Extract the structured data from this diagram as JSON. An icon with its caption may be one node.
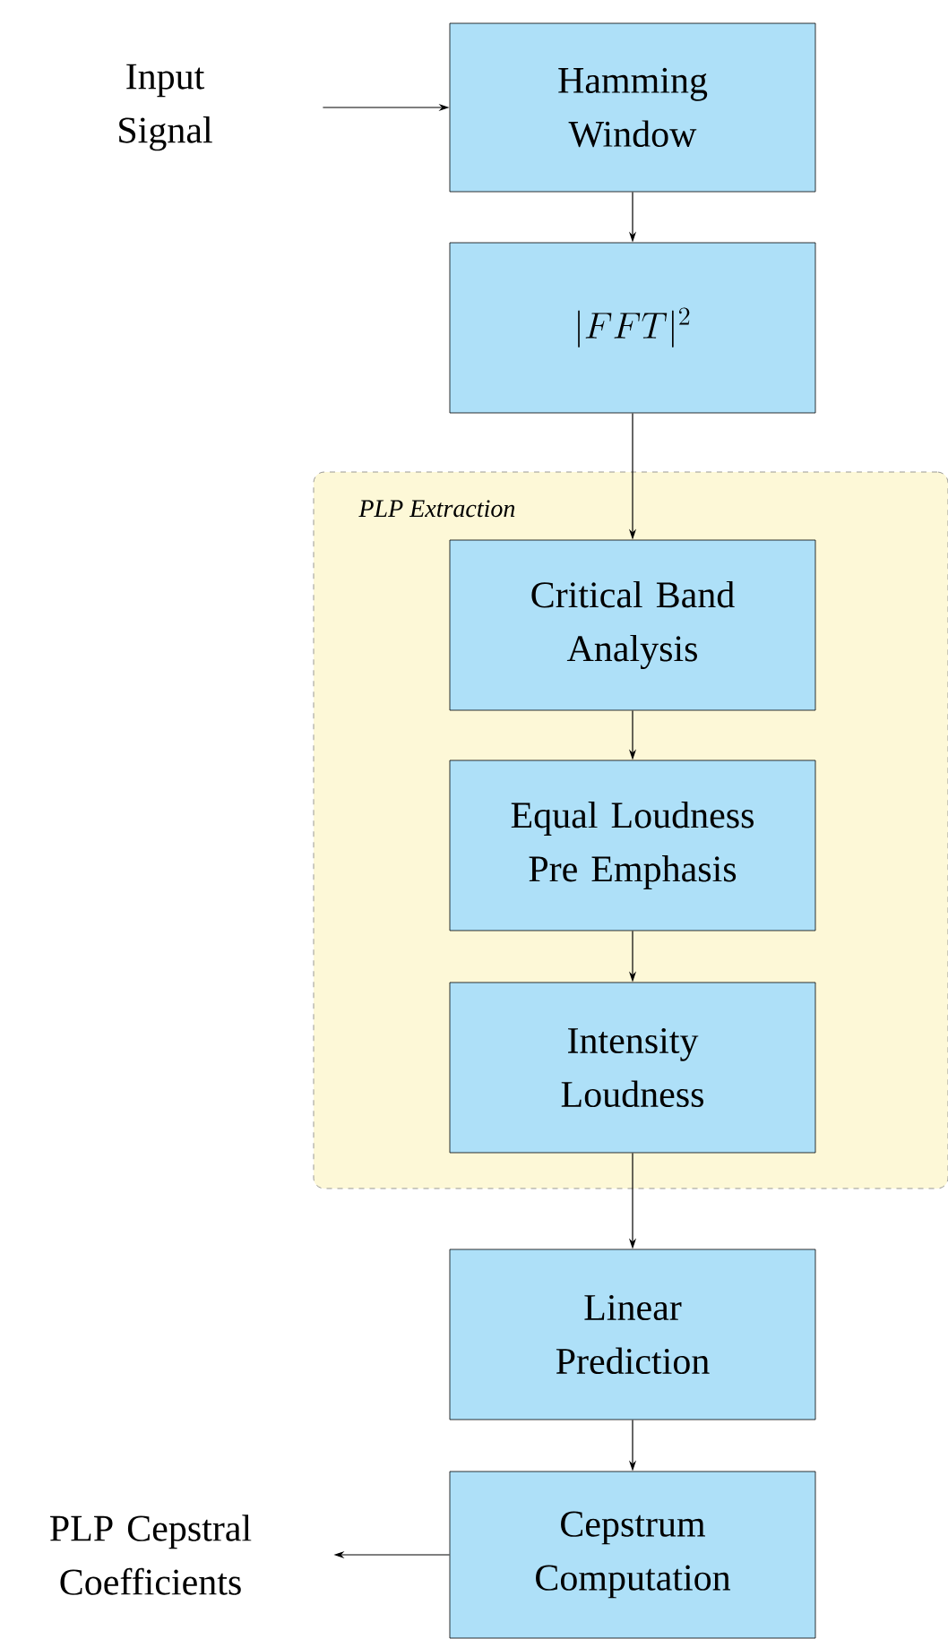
{
  "diagram": {
    "nodes": [
      {
        "text": [
          "Input Signal"
        ]
      },
      {
        "text": [
          "Hamming Window"
        ]
      },
      {
        "text": [
          "|FFT|^2"
        ]
      },
      {
        "text": [
          "PLP Extraction"
        ]
      },
      {
        "text": [
          "Critical Band Analysis"
        ],
        "in": 3
      },
      {
        "text": [
          "Equal Loudness Pre Emphasis"
        ],
        "in": 3
      },
      {
        "text": [
          "Intensity Loudness"
        ],
        "in": 3
      },
      {
        "text": [
          "Linear Prediction"
        ]
      },
      {
        "text": [
          "Cepstrum Computation"
        ]
      },
      {
        "text": [
          "PLP Cepstral Coefficients"
        ]
      }
    ],
    "edges": [
      {
        "from": 0,
        "to": 1,
        "arrow": "to"
      },
      {
        "from": 1,
        "to": 2,
        "arrow": "to"
      },
      {
        "from": 2,
        "to": 4,
        "arrow": "to"
      },
      {
        "from": 4,
        "to": 5,
        "arrow": "to"
      },
      {
        "from": 5,
        "to": 6,
        "arrow": "to"
      },
      {
        "from": 6,
        "to": 7,
        "arrow": "to"
      },
      {
        "from": 7,
        "to": 8,
        "arrow": "to"
      },
      {
        "from": 8,
        "to": 9,
        "arrow": "to"
      }
    ]
  }
}
